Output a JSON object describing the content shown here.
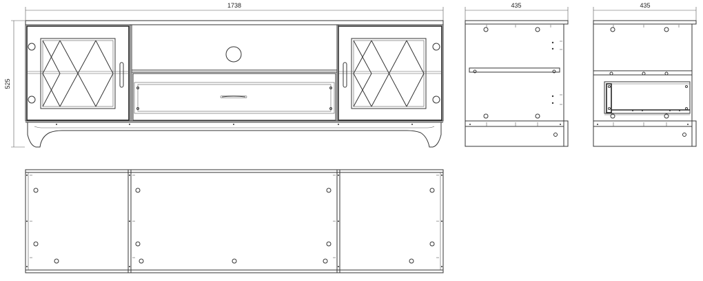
{
  "dimensions": {
    "front_width": "1738",
    "height": "525",
    "side_depth": "435",
    "section_depth": "435"
  },
  "colors": {
    "line": "#333333",
    "background": "#ffffff"
  }
}
